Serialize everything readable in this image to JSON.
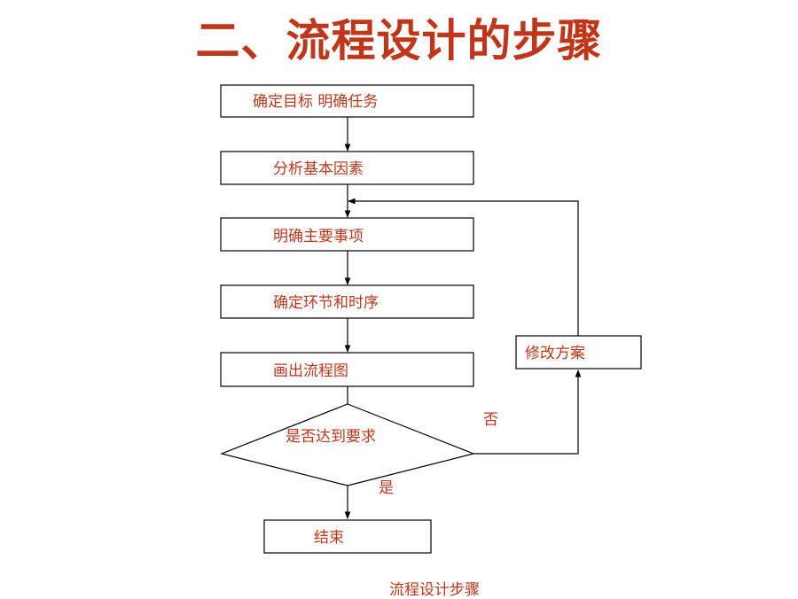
{
  "title": "二、流程设计的步骤",
  "caption": "流程设计步骤",
  "colors": {
    "text": "#c0361b",
    "stroke": "#000000",
    "background": "#ffffff"
  },
  "flowchart": {
    "steps": [
      "确定目标 明确任务",
      "分析基本因素",
      "明确主要事项",
      "确定环节和时序",
      "画出流程图"
    ],
    "decision": "是否达到要求",
    "yes_label": "是",
    "no_label": "否",
    "revise": "修改方案",
    "end": "结束"
  }
}
